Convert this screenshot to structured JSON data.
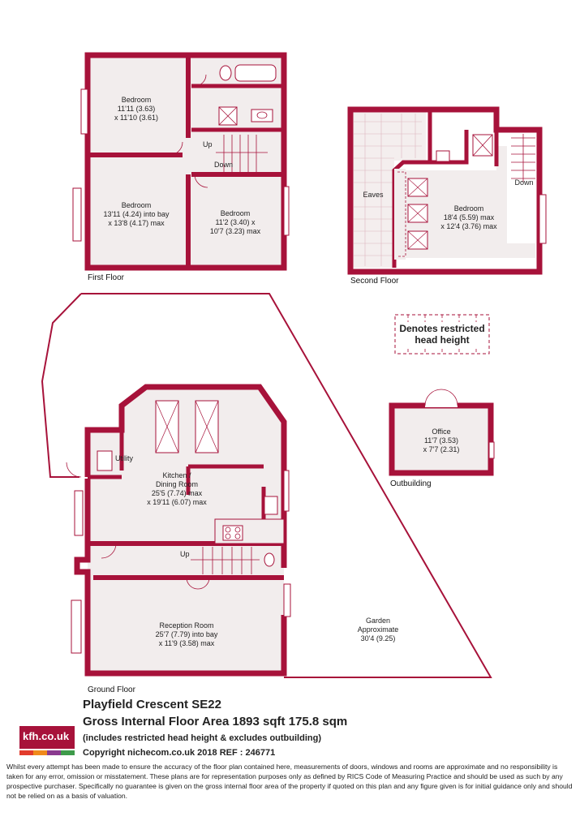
{
  "first_floor": {
    "title": "First Floor",
    "bedroom_1": {
      "name": "Bedroom",
      "dim1": "11'11 (3.63)",
      "dim2": "x 11'10 (3.61)"
    },
    "bedroom_2": {
      "name": "Bedroom",
      "dim1": "13'11 (4.24) into bay",
      "dim2": "x 13'8 (4.17) max"
    },
    "bedroom_3": {
      "name": "Bedroom",
      "dim1": "11'2 (3.40) x",
      "dim2": "10'7 (3.23) max"
    },
    "up": "Up",
    "down": "Down"
  },
  "second_floor": {
    "title": "Second Floor",
    "eaves": "Eaves",
    "bedroom": {
      "name": "Bedroom",
      "dim1": "18'4 (5.59) max",
      "dim2": "x 12'4 (3.76) max"
    },
    "down": "Down"
  },
  "legend": {
    "line1": "Denotes restricted",
    "line2": "head height"
  },
  "outbuilding": {
    "title": "Outbuilding",
    "office": {
      "name": "Office",
      "dim1": "11'7 (3.53)",
      "dim2": "x 7'7 (2.31)"
    }
  },
  "ground_floor": {
    "title": "Ground Floor",
    "utility": "Utility",
    "kitchen": {
      "name1": "Kitchen /",
      "name2": "Dining Room",
      "dim1": "25'5 (7.74) max",
      "dim2": "x 19'11 (6.07) max"
    },
    "reception": {
      "name": "Reception Room",
      "dim1": "25'7 (7.79) into bay",
      "dim2": "x 11'9 (3.58) max"
    },
    "up": "Up",
    "garden": {
      "name": "Garden",
      "line2": "Approximate",
      "dim": "30'4 (9.25)"
    }
  },
  "footer": {
    "address": "Playfield Crescent  SE22",
    "gia": "Gross Internal Floor Area 1893 sqft 175.8 sqm",
    "note": "(includes restricted head height & excludes outbuilding)",
    "copyright": "Copyright nichecom.co.uk 2018 REF : 246771",
    "logo_text": "kfh.co.uk",
    "disclaimer": "Whilst every attempt has been made to ensure the accuracy of the floor plan contained here, measurements of doors, windows and rooms are approximate and no responsibility is taken for any error, omission or misstatement.  These plans are for representation purposes only as defined by RICS Code of Measuring Practice and should be used as such by any prospective purchaser.  Specifically no guarantee is given on the gross internal floor area of the property if quoted on this plan and any figure given is for initial guidance only and should not be relied on as a basis of valuation."
  },
  "colors": {
    "wall": "#a7123a",
    "floor": "#f2eded",
    "logo_bars": [
      "#e23c2c",
      "#f08a1c",
      "#8a3a8f",
      "#3e9b4a"
    ]
  }
}
